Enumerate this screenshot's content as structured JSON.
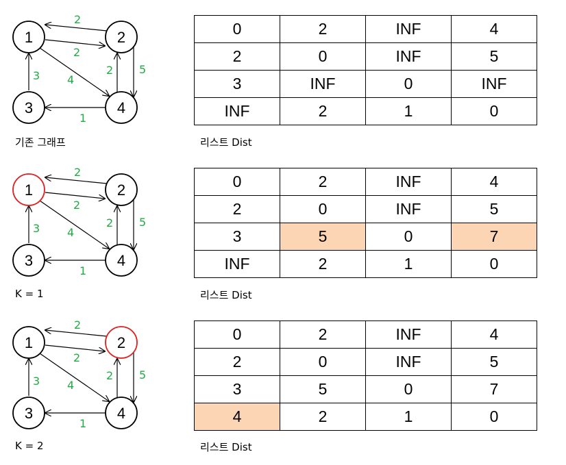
{
  "graph": {
    "node_labels": [
      "1",
      "2",
      "3",
      "4"
    ],
    "edge_weights": {
      "e21": "2",
      "e12": "2",
      "e14": "4",
      "e31": "3",
      "e42": "2",
      "e24": "5",
      "e43": "1"
    }
  },
  "panels": [
    {
      "caption": "기존 그래프",
      "dist_label": "리스트 Dist",
      "highlight_node": null,
      "rows": [
        [
          "0",
          "2",
          "INF",
          "4"
        ],
        [
          "2",
          "0",
          "INF",
          "5"
        ],
        [
          "3",
          "INF",
          "0",
          "INF"
        ],
        [
          "INF",
          "2",
          "1",
          "0"
        ]
      ],
      "highlights": []
    },
    {
      "caption": "K = 1",
      "dist_label": "리스트 Dist",
      "highlight_node": "1",
      "rows": [
        [
          "0",
          "2",
          "INF",
          "4"
        ],
        [
          "2",
          "0",
          "INF",
          "5"
        ],
        [
          "3",
          "5",
          "0",
          "7"
        ],
        [
          "INF",
          "2",
          "1",
          "0"
        ]
      ],
      "highlights": [
        [
          2,
          1
        ],
        [
          2,
          3
        ]
      ]
    },
    {
      "caption": "K = 2",
      "dist_label": "리스트 Dist",
      "highlight_node": "2",
      "rows": [
        [
          "0",
          "2",
          "INF",
          "4"
        ],
        [
          "2",
          "0",
          "INF",
          "5"
        ],
        [
          "3",
          "5",
          "0",
          "7"
        ],
        [
          "4",
          "2",
          "1",
          "0"
        ]
      ],
      "highlights": [
        [
          3,
          0
        ]
      ]
    }
  ],
  "colors": {
    "edge_label": "#22aa44",
    "highlight_ring": "#dd2222",
    "cell_highlight": "#fcd5b4"
  }
}
